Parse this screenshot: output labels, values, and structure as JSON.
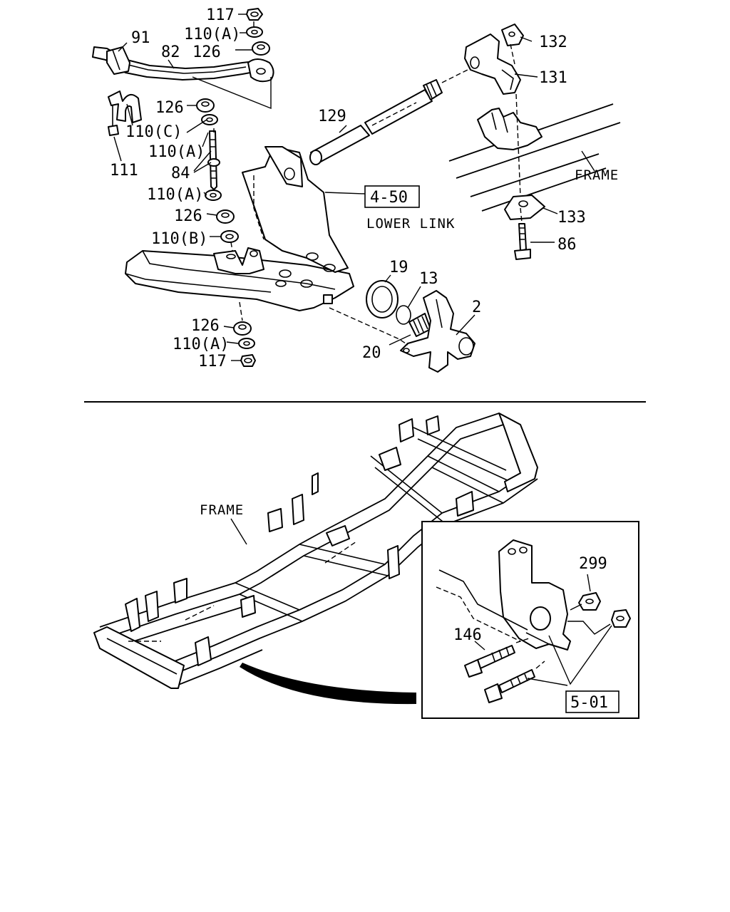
{
  "callouts": {
    "c117_top": "117",
    "c110a_top": "110(A)",
    "c91": "91",
    "c82": "82",
    "c126_top": "126",
    "c132": "132",
    "c131": "131",
    "c126_mid": "126",
    "c110c": "110(C)",
    "c129": "129",
    "c110a_2": "110(A)",
    "c111": "111",
    "c84": "84",
    "c110a_3": "110(A)",
    "c126_3": "126",
    "c110b": "110(B)",
    "c133": "133",
    "c86": "86",
    "c19": "19",
    "c13": "13",
    "c2": "2",
    "c126_bot": "126",
    "c110a_bot": "110(A)",
    "c20": "20",
    "c117_bot": "117",
    "c299": "299",
    "c146": "146"
  },
  "refs": {
    "lower_link_ref": "4-50",
    "lower_link_text": "LOWER LINK",
    "frame_top": "FRAME",
    "frame_bottom": "FRAME",
    "detail_ref": "5-01"
  }
}
